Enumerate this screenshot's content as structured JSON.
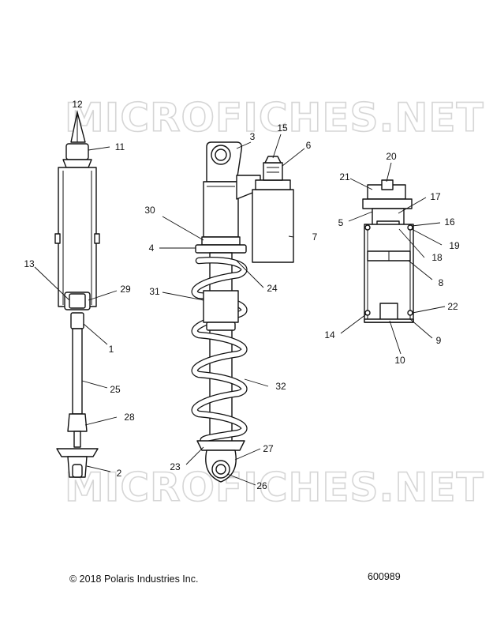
{
  "watermark": {
    "text": "MICROFICHES.NET"
  },
  "callouts": {
    "c1": "1",
    "c2": "2",
    "c3": "3",
    "c4": "4",
    "c5": "5",
    "c6": "6",
    "c7": "7",
    "c8": "8",
    "c9": "9",
    "c10": "10",
    "c11": "11",
    "c12": "12",
    "c13": "13",
    "c14": "14",
    "c15": "15",
    "c16": "16",
    "c17": "17",
    "c18": "18",
    "c19": "19",
    "c20": "20",
    "c21": "21",
    "c22": "22",
    "c23": "23",
    "c24": "24",
    "c25": "25",
    "c26": "26",
    "c27": "27",
    "c28": "28",
    "c29": "29",
    "c30": "30",
    "c31": "31",
    "c32": "32"
  },
  "footer": {
    "copyright": "© 2018 Polaris Industries Inc.",
    "figure_number": "600989"
  }
}
